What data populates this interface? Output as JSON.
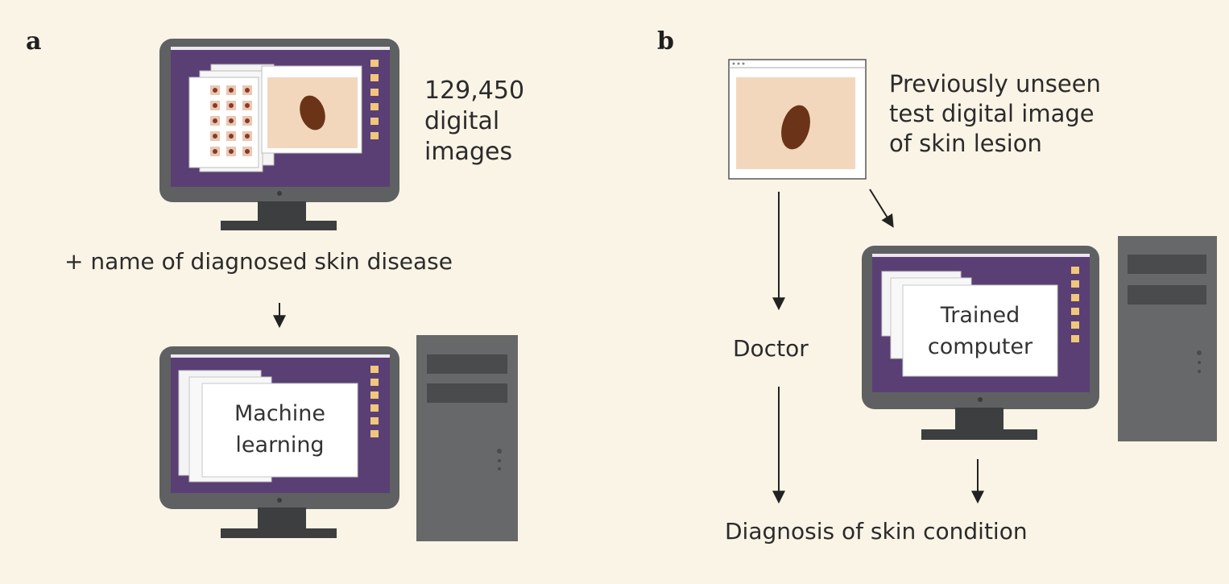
{
  "panels": {
    "a": {
      "letter": "a",
      "image_count": "129,450",
      "image_count_caption": "digital\nimages",
      "label_input": "+ name of diagnosed skin disease",
      "screen_label": "Machine\nlearning"
    },
    "b": {
      "letter": "b",
      "test_image_caption": "Previously unseen\ntest digital image\nof skin lesion",
      "doctor_label": "Doctor",
      "screen_label": "Trained\ncomputer",
      "output_label": "Diagnosis of skin condition"
    }
  },
  "colors": {
    "background": "#faf4e6",
    "monitor_frame": "#5f6062",
    "screen_purple": "#5a3f74",
    "window_white": "#ffffff",
    "skin_tone": "#f3d7bd",
    "lesion_brown": "#6b3418",
    "menu_tabs": "#f1c77b",
    "tower_gray": "#676869",
    "drive_bay": "#4a4b4d"
  }
}
